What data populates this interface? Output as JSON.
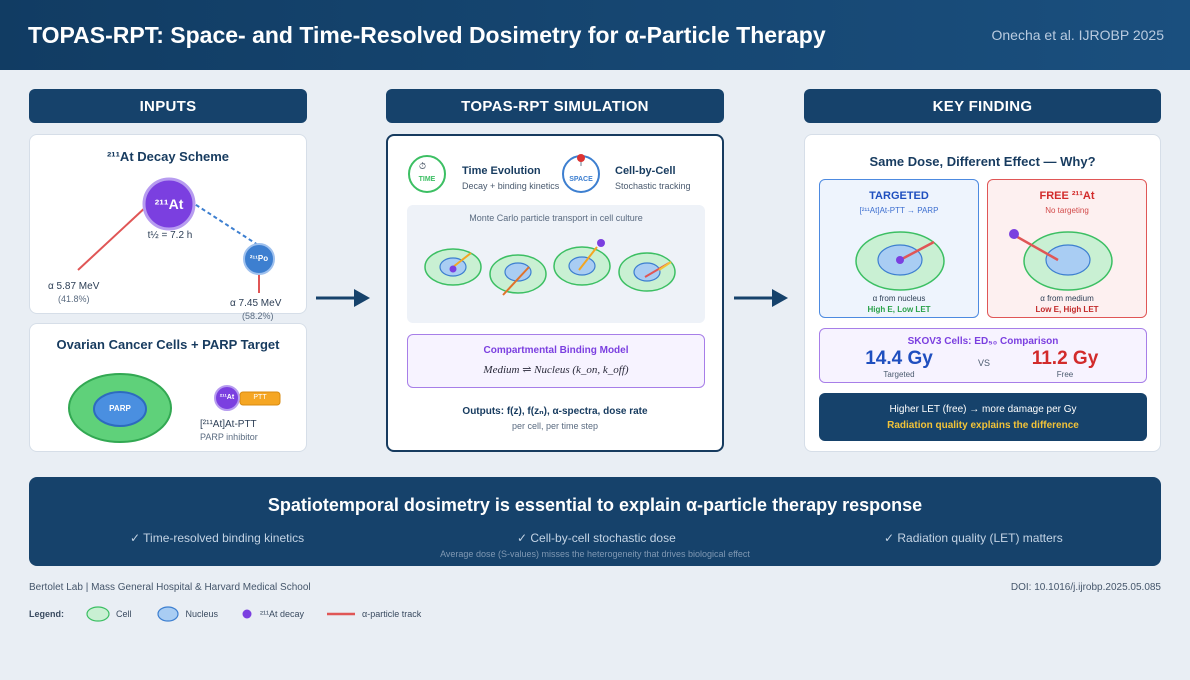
{
  "header": {
    "title": "TOPAS-RPT: Space- and Time-Resolved Dosimetry for α-Particle Therapy",
    "citation": "Onecha et al. IJROBP 2025"
  },
  "inputs": {
    "header": "INPUTS",
    "decay": {
      "title": "²¹¹At Decay Scheme",
      "parent": "²¹¹At",
      "halflife": "t½ = 7.2 h",
      "daughter": "²¹¹Po",
      "alpha1_energy": "α 5.87 MeV",
      "alpha1_branch": "(41.8%)",
      "alpha2_energy": "α 7.45 MeV",
      "alpha2_branch": "(58.2%)"
    },
    "cells": {
      "title": "Ovarian Cancer Cells + PARP Target",
      "parp": "PARP",
      "at_label": "²¹¹At",
      "ptt": "PTT",
      "compound": "[²¹¹At]At-PTT",
      "compound_desc": "PARP inhibitor"
    }
  },
  "simulation": {
    "header": "TOPAS-RPT SIMULATION",
    "time_icon": "TIME",
    "time_title": "Time Evolution",
    "time_desc": "Decay + binding kinetics",
    "space_icon": "SPACE",
    "space_title": "Cell-by-Cell",
    "space_desc": "Stochastic tracking",
    "mc_label": "Monte Carlo particle transport in cell culture",
    "binding_title": "Compartmental Binding Model",
    "binding_eq": "Medium ⇌ Nucleus (k_on, k_off)",
    "outputs": "Outputs: f(z), f(zₙ), α-spectra, dose rate",
    "outputs_desc": "per cell, per time step"
  },
  "finding": {
    "header": "KEY FINDING",
    "question": "Same Dose, Different Effect — Why?",
    "targeted": {
      "title": "TARGETED",
      "subtitle": "[²¹¹At]At-PTT → PARP",
      "origin": "α from nucleus",
      "quality": "High E, Low LET"
    },
    "free": {
      "title": "FREE ²¹¹At",
      "subtitle": "No targeting",
      "origin": "α from medium",
      "quality": "Low E, High LET"
    },
    "comparison": {
      "title": "SKOV3 Cells: ED₅₀ Comparison",
      "targeted_value": "14.4 Gy",
      "targeted_label": "Targeted",
      "vs": "VS",
      "free_value": "11.2 Gy",
      "free_label": "Free"
    },
    "explain_line1": "Higher LET (free) → more damage per Gy",
    "explain_line2": "Radiation quality explains the difference"
  },
  "bottom": {
    "title": "Spatiotemporal dosimetry is essential to explain α-particle therapy response",
    "point1": "✓ Time-resolved binding kinetics",
    "point2": "✓ Cell-by-cell stochastic dose",
    "point3": "✓ Radiation quality (LET) matters",
    "note": "Average dose (S-values) misses the heterogeneity that drives biological effect"
  },
  "footer": {
    "lab": "Bertolet Lab | Mass General Hospital & Harvard Medical School",
    "doi": "DOI: 10.1016/j.ijrobp.2025.05.085"
  },
  "legend": {
    "label": "Legend:",
    "cell": "Cell",
    "nucleus": "Nucleus",
    "decay": "²¹¹At decay",
    "track": "α-particle track"
  },
  "colors": {
    "navy": "#16426b",
    "cell_fill": "#c9f0d3",
    "cell_stroke": "#3cbf63",
    "nucleus_fill": "#a9cdf3",
    "nucleus_stroke": "#3d7fd0",
    "decay": "#7b3fe0",
    "track": "#e05656",
    "targeted_blue": "#1f4fbf",
    "free_red": "#d22b2b",
    "highlight": "#f3c338"
  }
}
